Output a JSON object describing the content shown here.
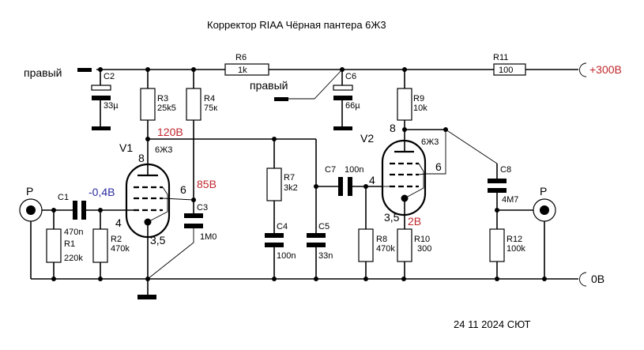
{
  "title": "Корректор RIAA Чёрная пантера 6Ж3",
  "footer": "24 11 2024 СЮТ",
  "labels": {
    "right_channel_1": "правый",
    "right_channel_2": "правый",
    "supply": "+300В",
    "ground": "0В",
    "input_connector": "P",
    "output_connector": "P",
    "v1": "V1",
    "v2": "V2",
    "v1_type": "6Ж3",
    "v2_type": "6Ж3",
    "v1_pin_anode": "8",
    "v1_pin_screen": "6",
    "v1_pin_grid": "4",
    "v1_pin_cathode": "3,5",
    "v2_pin_anode": "8",
    "v2_pin_screen": "6",
    "v2_pin_grid": "4",
    "v2_pin_cathode": "3,5",
    "v1_anode_voltage": "120В",
    "v1_screen_voltage": "85В",
    "v1_grid_voltage": "-0,4В",
    "v2_cathode_voltage": "2В"
  },
  "components": {
    "R1": {
      "name": "R1",
      "value": "220k"
    },
    "R2": {
      "name": "R2",
      "value": "470k"
    },
    "R3": {
      "name": "R3",
      "value": "25k5"
    },
    "R4": {
      "name": "R4",
      "value": "75к"
    },
    "R6": {
      "name": "R6",
      "value": "1k"
    },
    "R7": {
      "name": "R7",
      "value": "3k2"
    },
    "R8": {
      "name": "R8",
      "value": "470k"
    },
    "R9": {
      "name": "R9",
      "value": "10k"
    },
    "R10": {
      "name": "R10",
      "value": "300"
    },
    "R11": {
      "name": "R11",
      "value": "100"
    },
    "R12": {
      "name": "R12",
      "value": "100k"
    },
    "C1": {
      "name": "C1",
      "value": "470n"
    },
    "C2": {
      "name": "C2",
      "value": "33µ"
    },
    "C3": {
      "name": "C3",
      "value": "1M0"
    },
    "C4": {
      "name": "C4",
      "value": "100n"
    },
    "C5": {
      "name": "C5",
      "value": "33n"
    },
    "C6": {
      "name": "C6",
      "value": "66µ"
    },
    "C7": {
      "name": "C7",
      "value": "100n"
    },
    "C8": {
      "name": "C8",
      "value": "4M7"
    }
  }
}
